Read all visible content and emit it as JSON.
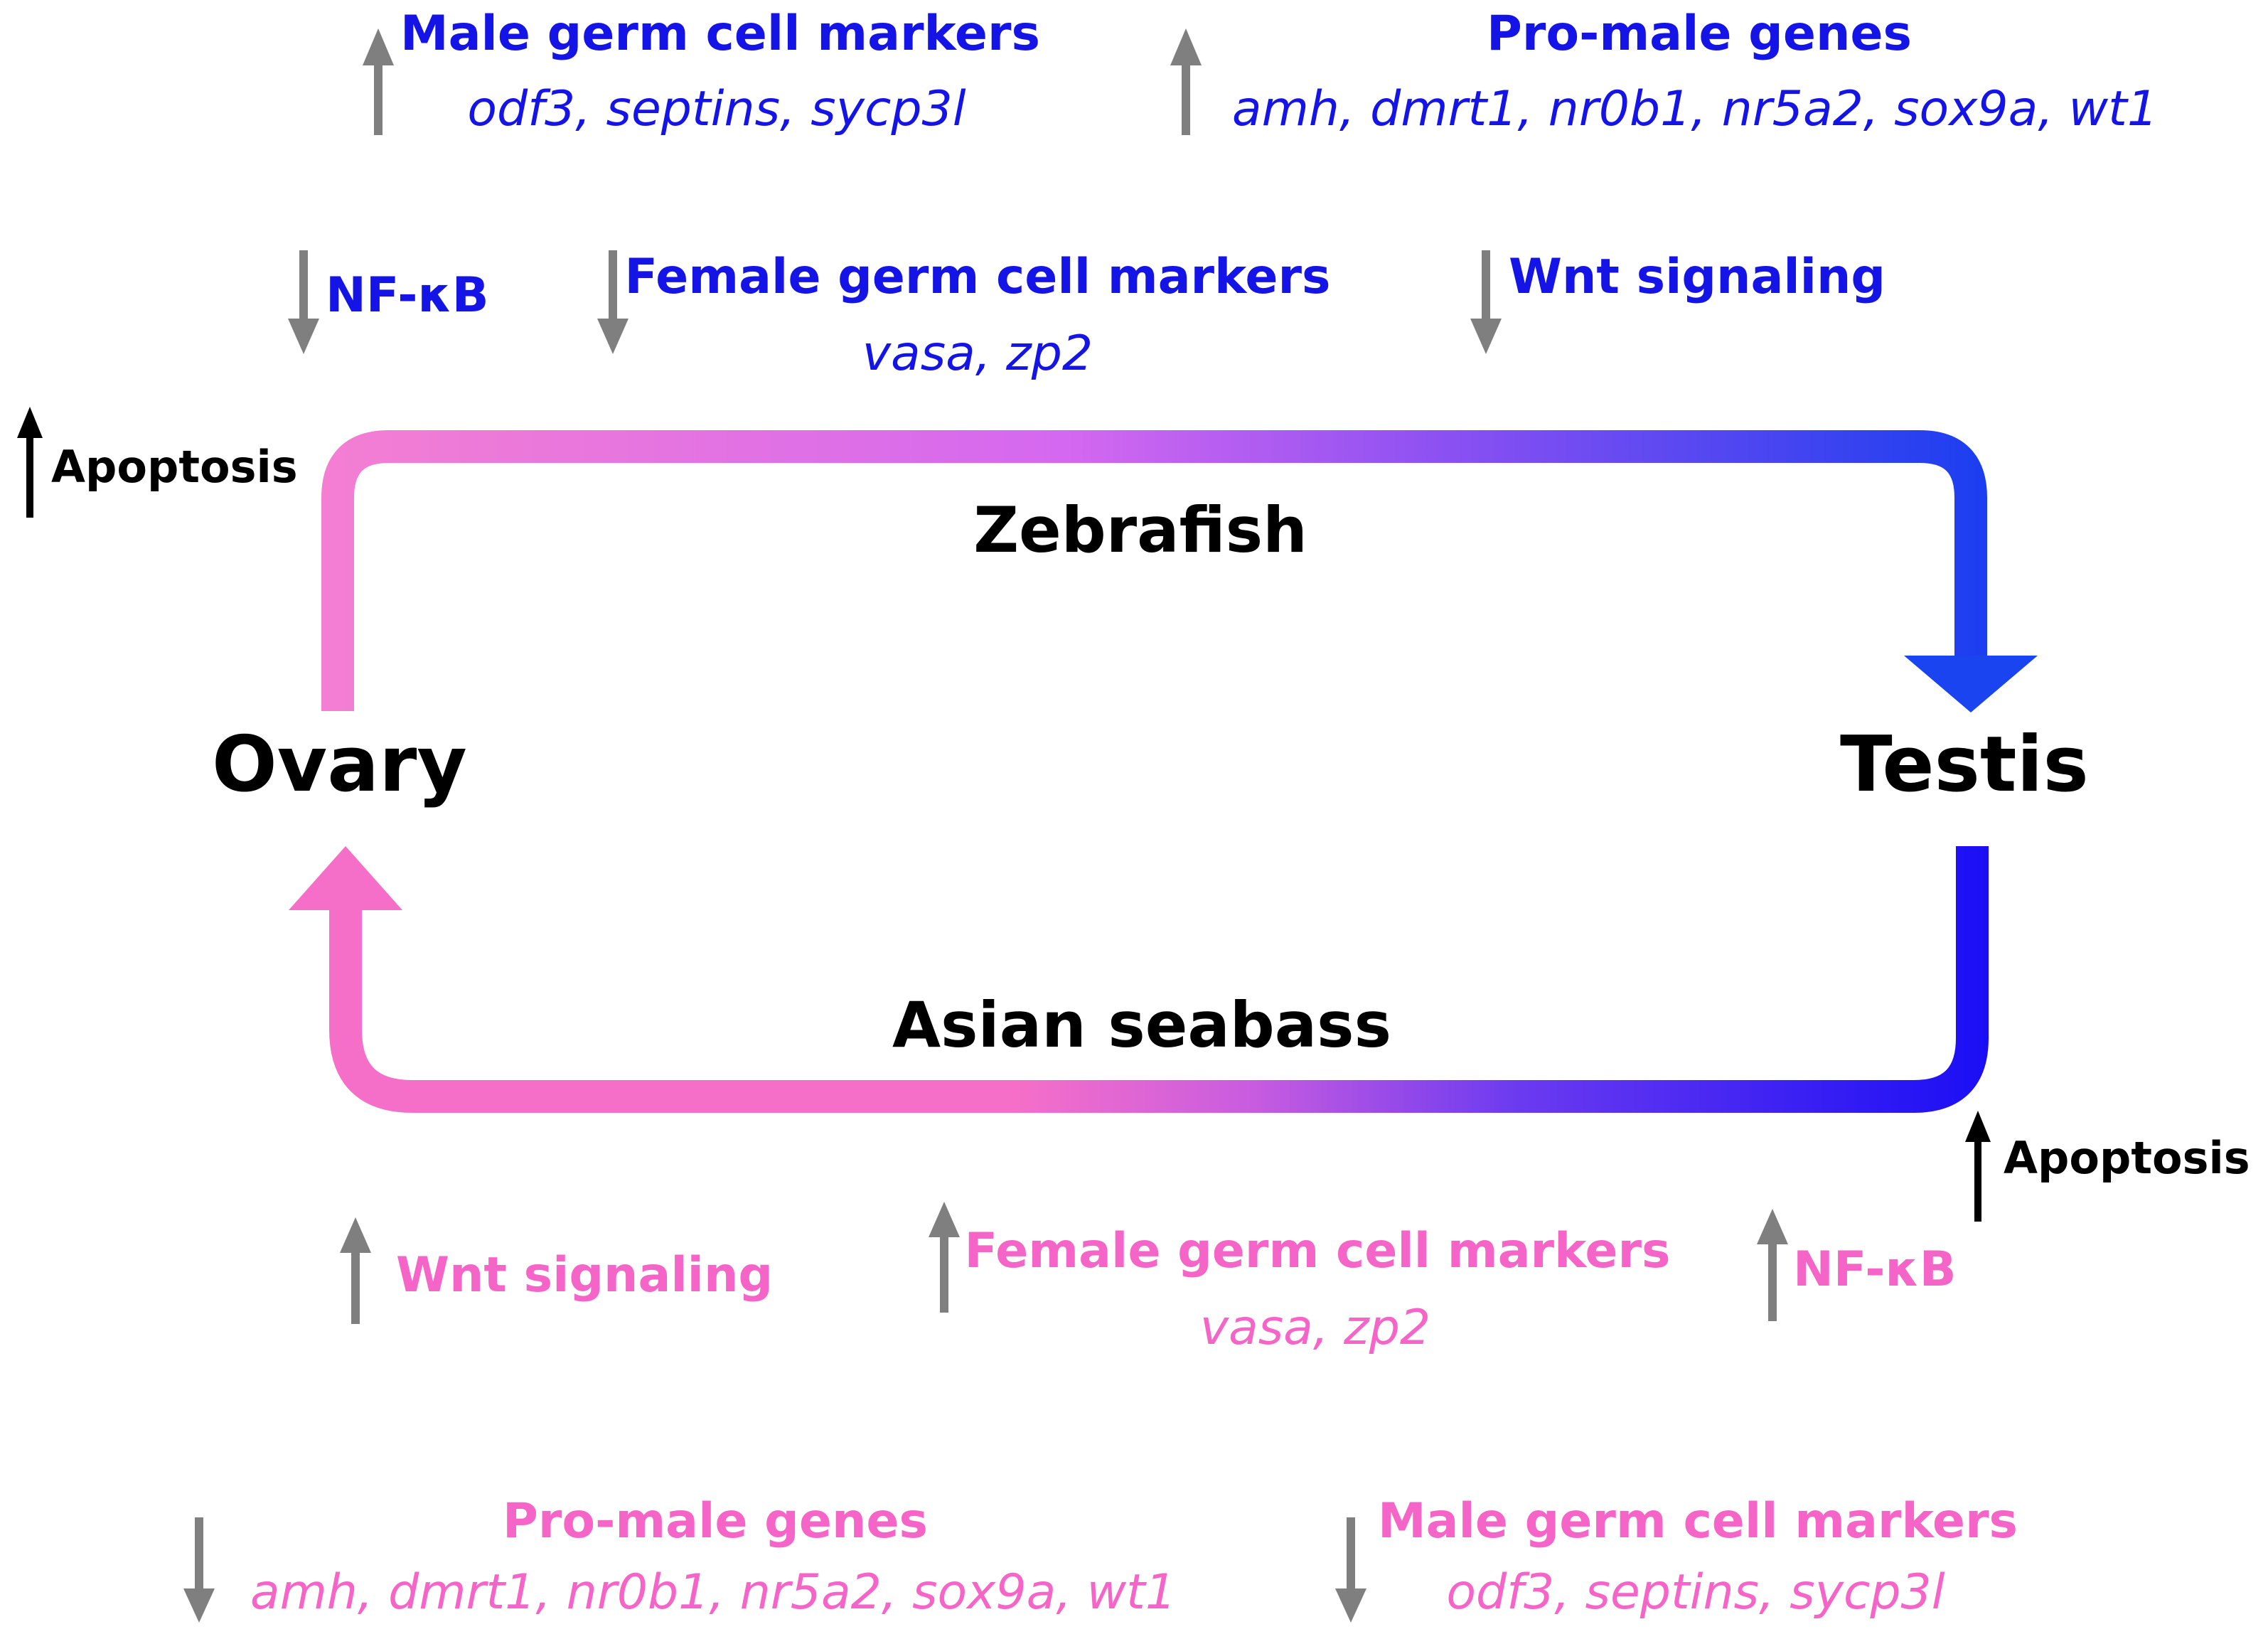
{
  "nodes": {
    "ovary": "Ovary",
    "testis": "Testis"
  },
  "top_path": {
    "species": "Zebrafish",
    "labels": {
      "male_markers_title": "Male germ cell markers",
      "male_markers_genes": "odf3, septins, sycp3l",
      "pro_male_title": "Pro-male genes",
      "pro_male_genes": "amh, dmrt1, nr0b1, nr5a2, sox9a, wt1",
      "nfkb": "NF-κB",
      "female_markers_title": "Female germ cell markers",
      "female_markers_genes": "vasa, zp2",
      "wnt": "Wnt signaling",
      "apoptosis": "Apoptosis"
    }
  },
  "bottom_path": {
    "species": "Asian seabass",
    "labels": {
      "wnt": "Wnt signaling",
      "female_markers_title": "Female germ cell markers",
      "female_markers_genes": "vasa, zp2",
      "nfkb": "NF-κB",
      "apoptosis": "Apoptosis",
      "pro_male_title": "Pro-male genes",
      "pro_male_genes": "amh, dmrt1, nr0b1, nr5a2, sox9a, wt1",
      "male_markers_title": "Male germ cell markers",
      "male_markers_genes": "odf3, septins, sycp3l"
    }
  },
  "colors": {
    "blue_text": "#1414e6",
    "pink_text": "#f565c8",
    "arrow_blue": "#1a1ae8",
    "arrow_pink": "#f070c8",
    "arrow_purple": "#9a4ff0",
    "up_down_arrow": "#7f7f7f",
    "apoptosis_arrow": "#000000"
  }
}
